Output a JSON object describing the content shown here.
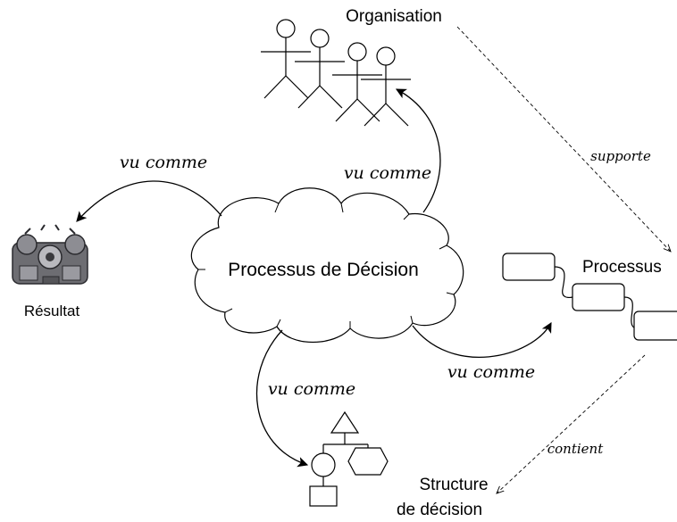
{
  "nodes": {
    "decision_process": "Processus de Décision",
    "organisation": "Organisation",
    "result": "Résultat",
    "process": "Processus",
    "structure_line1": "Structure",
    "structure_line2": "de décision"
  },
  "edges": {
    "to_result": "vu comme",
    "to_organisation": "vu comme",
    "to_process": "vu comme",
    "to_structure": "vu comme",
    "supports": "supporte",
    "contains": "contient"
  }
}
